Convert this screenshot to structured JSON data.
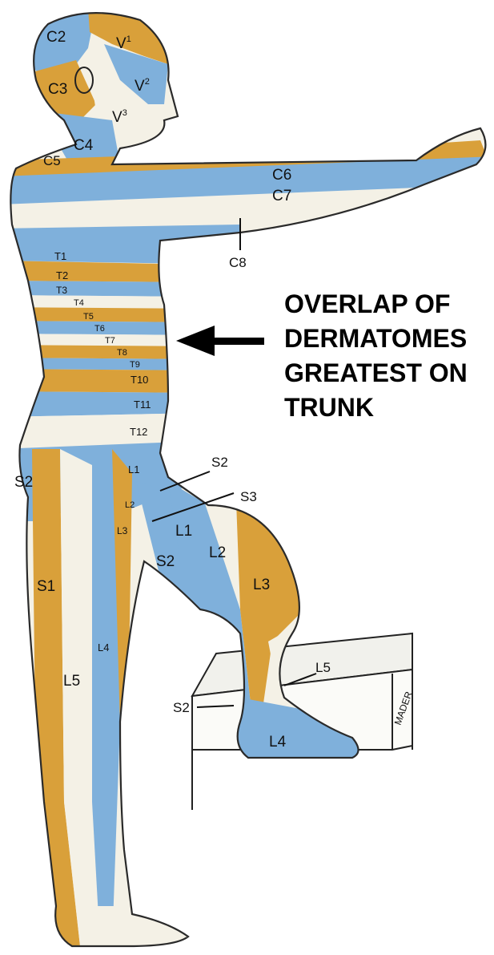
{
  "colors": {
    "blue": "#7fb0db",
    "gold": "#d9a03a",
    "cream": "#f4f1e6",
    "outline": "#2a2a2a"
  },
  "callout": {
    "lines": [
      "OVERLAP OF",
      "DERMATOMES",
      "GREATEST ON",
      "TRUNK"
    ]
  },
  "labels": {
    "c2": "C2",
    "v1": "V",
    "v1_sup": "1",
    "c3": "C3",
    "v2": "V",
    "v2_sup": "2",
    "v3": "V",
    "v3_sup": "3",
    "c4": "C4",
    "c5": "C5",
    "c6": "C6",
    "c7": "C7",
    "c8": "C8",
    "t1": "T1",
    "t2": "T2",
    "t3": "T3",
    "t4": "T4",
    "t5": "T5",
    "t6": "T6",
    "t7": "T7",
    "t8": "T8",
    "t9": "T9",
    "t10": "T10",
    "t11": "T11",
    "t12": "T12",
    "l1_trunk": "L1",
    "l2_trunk": "L2",
    "l3_trunk": "L3",
    "s2_hip": "S2",
    "s2_groin": "S2",
    "s3_groin": "S3",
    "l1_thigh": "L1",
    "s2_thigh": "S2",
    "l2_thigh": "L2",
    "l3_thigh": "L3",
    "s1_leg": "S1",
    "l4_leg": "L4",
    "l5_leg": "L5",
    "s2_calf": "S2",
    "l5_foot": "L5",
    "l4_foot": "L4"
  },
  "signature": "MADER"
}
